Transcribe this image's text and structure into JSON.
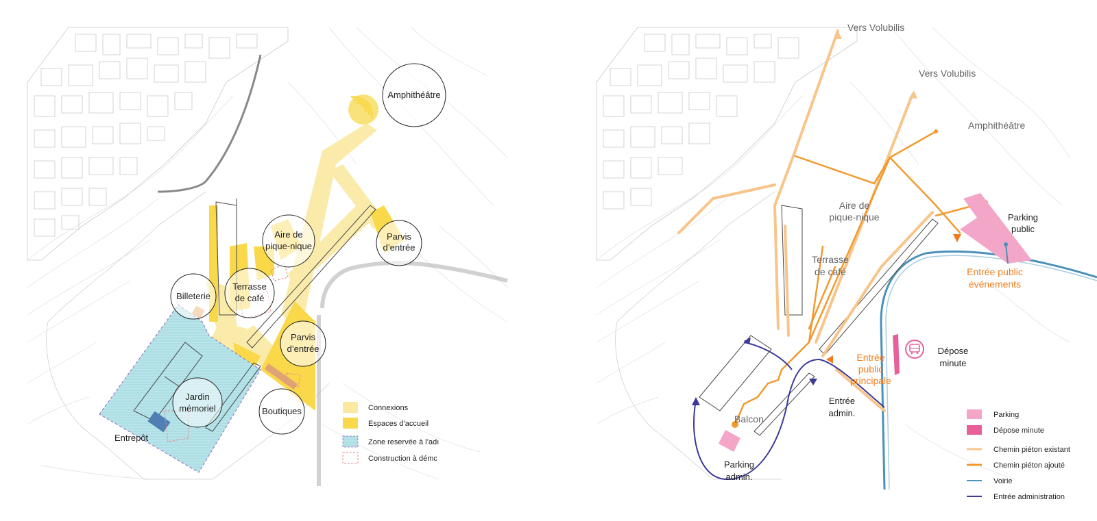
{
  "left_map": {
    "circles": [
      {
        "id": "amphitheatre",
        "lines": [
          "Amphithéâtre"
        ]
      },
      {
        "id": "aire",
        "lines": [
          "Aire de",
          "pique-nique"
        ]
      },
      {
        "id": "parvis1",
        "lines": [
          "Parvis",
          "d’entrée"
        ]
      },
      {
        "id": "billeterie",
        "lines": [
          "Billeterie"
        ]
      },
      {
        "id": "terrasse",
        "lines": [
          "Terrasse",
          "de café"
        ]
      },
      {
        "id": "parvis2",
        "lines": [
          "Parvis",
          "d’entrée"
        ]
      },
      {
        "id": "jardin",
        "lines": [
          "Jardin",
          "mémoriel"
        ]
      },
      {
        "id": "boutiques",
        "lines": [
          "Boutiques"
        ]
      }
    ],
    "free_labels": {
      "entrepot": "Entrepôt"
    },
    "legend": [
      {
        "label": "Connexions",
        "color": "#fbe9a1"
      },
      {
        "label": "Espaces d’accueil",
        "color": "#f9d84a"
      },
      {
        "label": "Zone reservée à l’adı",
        "color": "#b9e4ea"
      },
      {
        "label": "Construction à démc",
        "color": "#e88a8a"
      }
    ]
  },
  "right_map": {
    "labels": {
      "vers1": "Vers Volubilis",
      "vers2": "Vers Volubilis",
      "amphi": "Amphithéâtre",
      "aire1": "Aire de",
      "aire2": "pique-nique",
      "terrasse1": "Terrasse",
      "terrasse2": "de café",
      "parking1": "Parking",
      "parking2": "public",
      "entree_pub1": "Entrée public",
      "entree_pub2": "événements",
      "depose1": "Dépose",
      "depose2": "minute",
      "entree_princ1": "Entrée",
      "entree_princ2": "public",
      "entree_princ3": "principale",
      "entree_admin1": "Entrée",
      "entree_admin2": "admin.",
      "balcon": "Balcon",
      "parking_admin1": "Parking",
      "parking_admin2": "admin."
    },
    "legend": [
      {
        "label": "Parking",
        "color": "#f3a6c8",
        "kind": "box"
      },
      {
        "label": "Dépose minute",
        "color": "#e8609a",
        "kind": "box"
      },
      {
        "label": "Chemin piéton existant",
        "color": "#f8c48a",
        "kind": "line"
      },
      {
        "label": "Chemin piéton ajouté",
        "color": "#f29a2e",
        "kind": "line"
      },
      {
        "label": "Voirie",
        "color": "#4a90b8",
        "kind": "line"
      },
      {
        "label": "Entrée administration",
        "color": "#3b3a98",
        "kind": "line"
      }
    ]
  },
  "colors": {
    "connexion": "#fbe9a1",
    "accueil": "#f9d84a",
    "admin_zone": "#b9e4ea",
    "demolition": "#e88a8a",
    "path_existing": "#f8c48a",
    "path_added": "#f29a2e",
    "road": "#4a90b8",
    "admin_path": "#3b3a98",
    "parking": "#f3a6c8",
    "depose": "#e8609a"
  }
}
